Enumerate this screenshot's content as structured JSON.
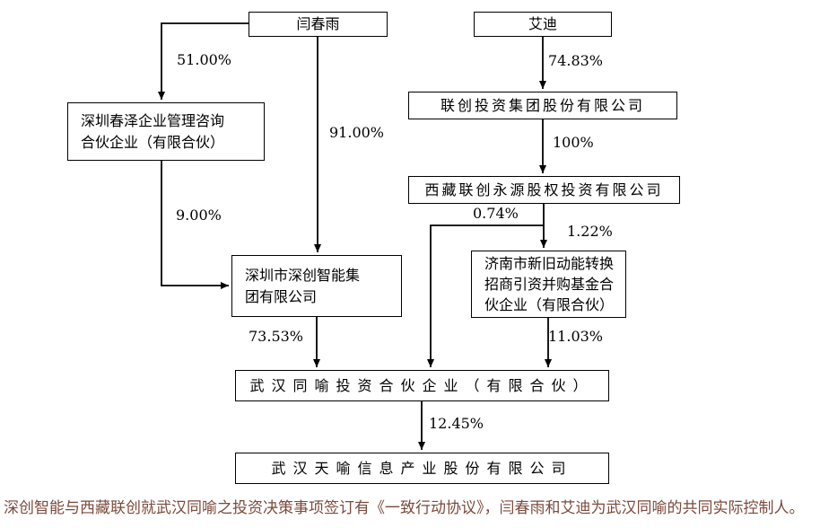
{
  "colors": {
    "background": "#ffffff",
    "box_border": "#000000",
    "line": "#000000",
    "text": "#000000",
    "footnote_text": "#7b4a3b"
  },
  "nodes": {
    "yan_chunyu": {
      "label": "闫春雨"
    },
    "ai_di": {
      "label": "艾迪"
    },
    "shenzhen_chunze": {
      "lines": [
        "深圳春泽企业管理咨询",
        "合伙企业（有限合伙）"
      ]
    },
    "lianchuang_group": {
      "label": "联创投资集团股份有限公司"
    },
    "xizang_lianchuang": {
      "label": "西藏联创永源股权投资有限公司"
    },
    "jinan_fund": {
      "lines": [
        "济南市新旧动能转换",
        "招商引资并购基金合",
        "伙企业（有限合伙）"
      ]
    },
    "shenchuang_group": {
      "lines": [
        "深圳市深创智能集",
        "团有限公司"
      ]
    },
    "wuhan_tongyu": {
      "label": "武汉同喻投资合伙企业（有限合伙）"
    },
    "wuhan_tianyu": {
      "label": "武汉天喻信息产业股份有限公司"
    }
  },
  "edge_labels": {
    "yan_to_chunze": "51.00%",
    "yan_to_shenchuang": "91.00%",
    "aidi_to_lianchuang": "74.83%",
    "lianchuang_to_xizang": "100%",
    "xizang_to_tongyu": "0.74%",
    "xizang_to_jinan": "1.22%",
    "chunze_to_shenchuang": "9.00%",
    "shenchuang_to_tongyu": "73.53%",
    "jinan_to_tongyu": "11.03%",
    "tongyu_to_tianyu": "12.45%"
  },
  "footnote": "深创智能与西藏联创就武汉同喻之投资决策事项签订有《一致行动协议》，闫春雨和艾迪为武汉同喻的共同实际控制人。"
}
